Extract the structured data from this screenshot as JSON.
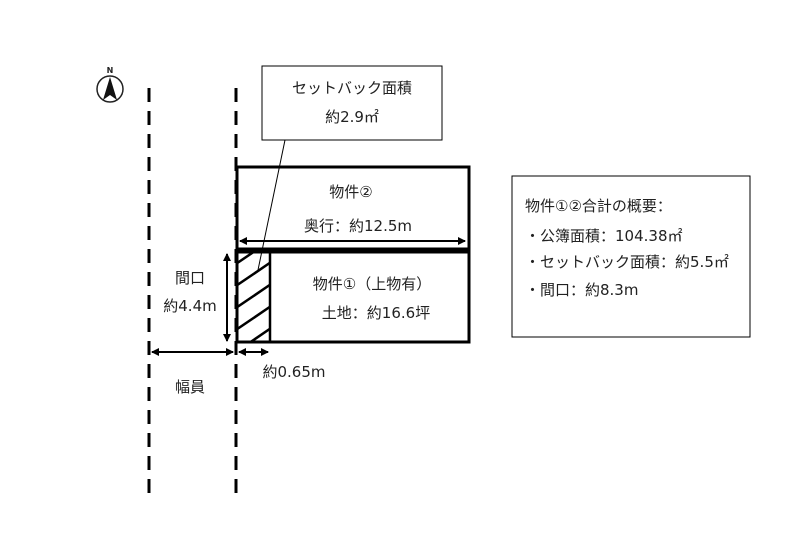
{
  "compass": {
    "label": "N"
  },
  "setback_callout": {
    "title": "セットバック面積",
    "value": "約2.9㎡"
  },
  "property2": {
    "label": "物件②",
    "depth": "奥行：約12.5m"
  },
  "property1": {
    "label": "物件①（上物有）",
    "land": "土地：約16.6坪"
  },
  "frontage": {
    "label": "間口",
    "value": "約4.4m"
  },
  "road": {
    "label": "幅員"
  },
  "setback_width": {
    "value": "約0.65m"
  },
  "summary": {
    "title": "物件①②合計の概要：",
    "items": [
      "・公簿面積：104.38㎡",
      "・セットバック面積：約5.5㎡",
      "・間口：約8.3m"
    ]
  }
}
